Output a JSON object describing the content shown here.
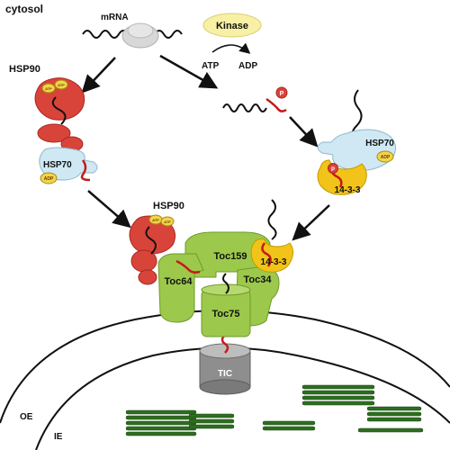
{
  "labels": {
    "cytosol": "cytosol",
    "mrna": "mRNA",
    "kinase": "Kinase",
    "atp": "ATP",
    "adp": "ADP",
    "hsp90_top": "HSP90",
    "hsp90_complex": "HSP90",
    "hsp70_left": "HSP70",
    "hsp70_right": "HSP70",
    "adp_tag_left": "ADP",
    "adp_tag_right": "ADP",
    "atp_tag": "ATP",
    "p_tag": "P",
    "protein_1433_right": "14-3-3",
    "protein_1433_complex": "14-3-3",
    "toc159": "Toc159",
    "toc64": "Toc64",
    "toc34": "Toc34",
    "toc75": "Toc75",
    "tic": "TIC",
    "oe": "OE",
    "ie": "IE"
  },
  "colors": {
    "hsp90": "#d9443a",
    "hsp90_dark": "#a9281f",
    "hsp70": "#cfe8f3",
    "hsp70_edge": "#8fb9cc",
    "adp_tag": "#f2d54a",
    "kinase": "#f8f0a4",
    "protein_1433": "#f2c318",
    "toc": "#9cc94b",
    "toc_edge": "#6e9a2b",
    "tic": "#8e8e8e",
    "thylakoid": "#2d6e1f",
    "transit_peptide": "#c41a1a",
    "ribosome": "#d8d8d8"
  }
}
